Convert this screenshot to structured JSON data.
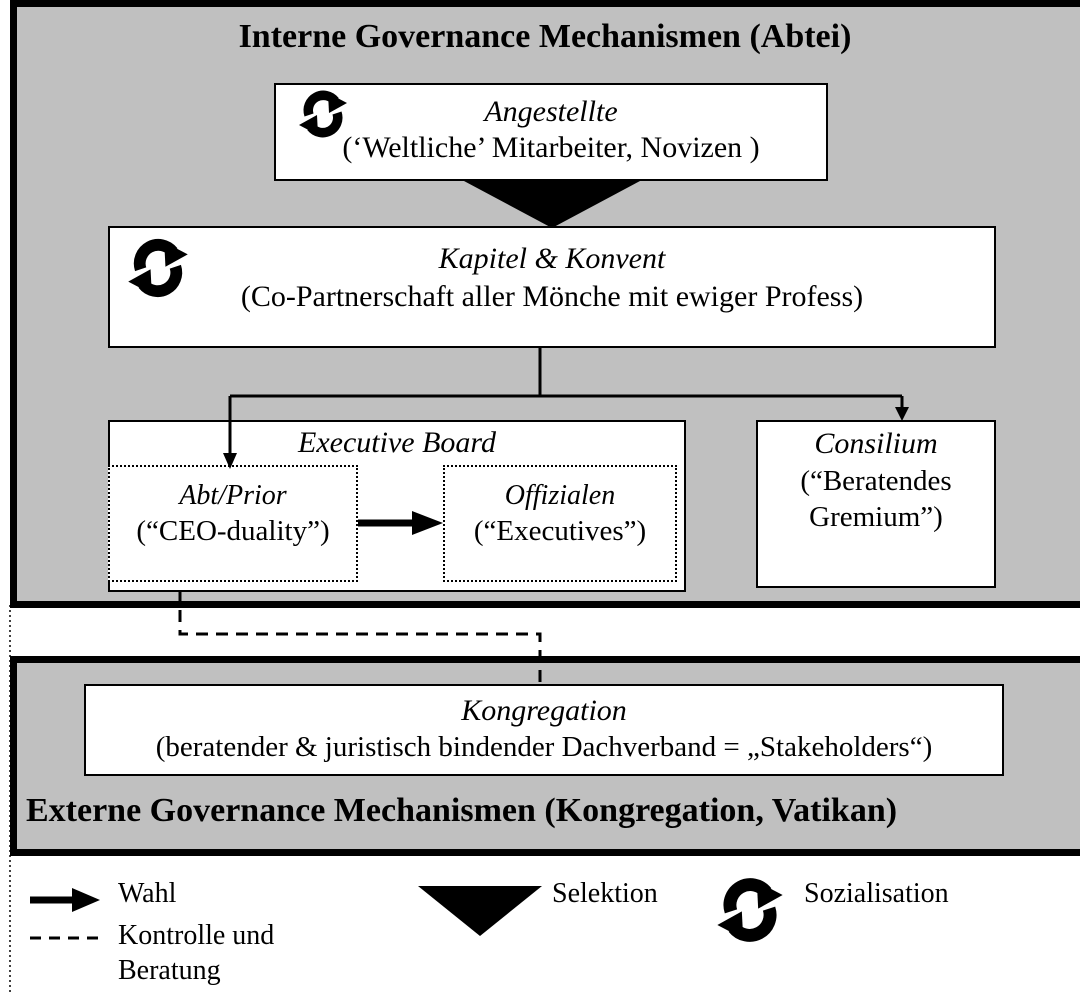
{
  "internal": {
    "title": "Interne Governance Mechanismen (Abtei)",
    "angestellte": {
      "title": "Angestellte",
      "subtitle": "(‘Weltliche’ Mitarbeiter, Novizen )"
    },
    "kapitel": {
      "title": "Kapitel & Konvent",
      "subtitle": "(Co-Partnerschaft aller Mönche mit ewiger Profess)"
    },
    "executive_board": {
      "title": "Executive Board",
      "abt": {
        "title": "Abt/Prior",
        "subtitle": "(“CEO-duality”)"
      },
      "offizialen": {
        "title": "Offizialen",
        "subtitle": "(“Executives”)"
      }
    },
    "consilium": {
      "title": "Consilium",
      "line1": "(“Beratendes",
      "line2": "Gremium”)"
    }
  },
  "external": {
    "title": "Externe Governance Mechanismen (Kongregation, Vatikan)",
    "kongregation": {
      "title": "Kongregation",
      "subtitle": "(beratender & juristisch bindender Dachverband = „Stakeholders“)"
    }
  },
  "legend": {
    "wahl": "Wahl",
    "kontrolle_line1": "Kontrolle und",
    "kontrolle_line2": "Beratung",
    "selektion": "Selektion",
    "sozialisation": "Sozialisation"
  },
  "icons": {
    "socialization": "sozialisation-cycle-icon",
    "selection": "selektion-triangle-icon",
    "election": "wahl-arrow-icon"
  },
  "colors": {
    "panel": "#c0c0c0",
    "border": "#000000",
    "box": "#ffffff"
  }
}
